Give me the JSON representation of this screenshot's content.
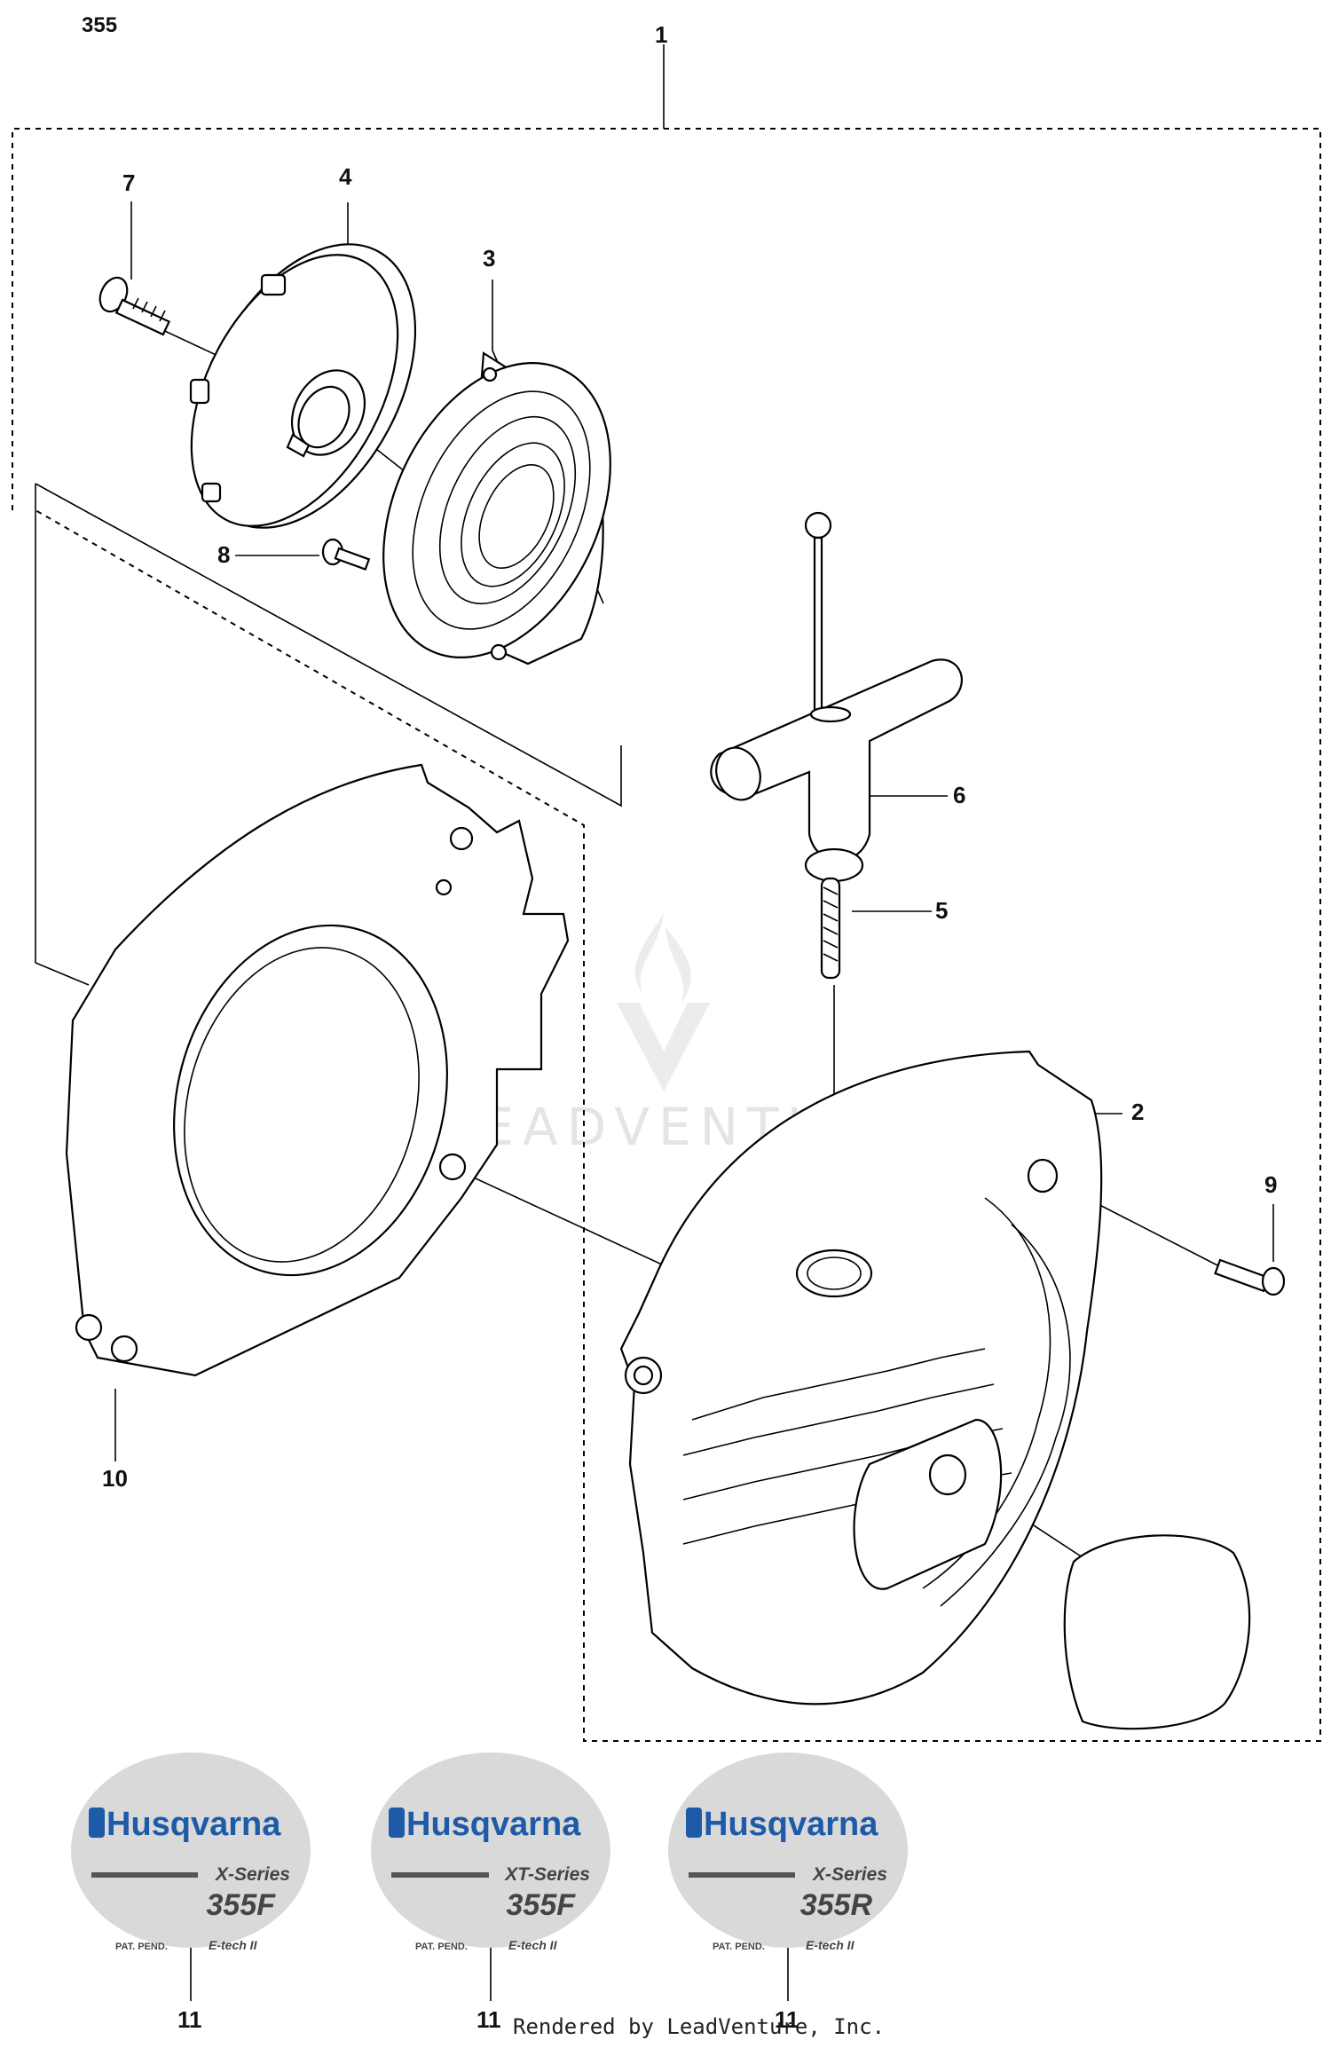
{
  "diagram": {
    "model_label": "355",
    "callouts": {
      "c1": "1",
      "c2": "2",
      "c3": "3",
      "c4": "4",
      "c5": "5",
      "c6": "6",
      "c7": "7",
      "c8": "8",
      "c9": "9",
      "c10": "10",
      "c11a": "11",
      "c11b": "11",
      "c11c": "11"
    },
    "watermark": "LEADVENTURE",
    "footer": "Rendered by LeadVenture, Inc."
  },
  "decals": [
    {
      "brand": "Husqvarna",
      "series": "X-Series",
      "model": "355F",
      "pat": "PAT. PEND.",
      "etech": "E-tech II"
    },
    {
      "brand": "Husqvarna",
      "series": "XT-Series",
      "model": "355F",
      "pat": "PAT. PEND.",
      "etech": "E-tech II"
    },
    {
      "brand": "Husqvarna",
      "series": "X-Series",
      "model": "355R",
      "pat": "PAT. PEND.",
      "etech": "E-tech II"
    }
  ],
  "colors": {
    "brand_blue": "#1d5aa8",
    "decal_gray": "#d9d9d9"
  }
}
